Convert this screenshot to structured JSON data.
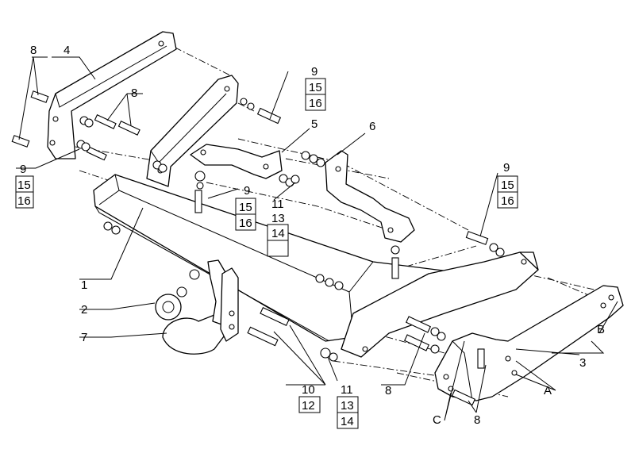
{
  "labels": {
    "p1": "1",
    "p2": "2",
    "p3": "3",
    "p4": "4",
    "p5": "5",
    "p6": "6",
    "p7": "7",
    "p8_top_left": "8",
    "p8_mid_left": "8",
    "p8_bottom_center": "8",
    "p8_bottom_right": "8",
    "p9_left": "9",
    "p15_left": "15",
    "p16_left": "16",
    "p9_top": "9",
    "p15_top": "15",
    "p16_top": "16",
    "p9_center": "9",
    "p15_center": "15",
    "p16_center": "16",
    "p9_right": "9",
    "p15_right": "15",
    "p16_right": "16",
    "p11_center": "11",
    "p13_center": "13",
    "p14_center": "14",
    "p10": "10",
    "p12": "12",
    "p11_bottom": "11",
    "p13_bottom": "13",
    "p14_bottom": "14",
    "A": "A",
    "B": "B",
    "C": "C"
  }
}
